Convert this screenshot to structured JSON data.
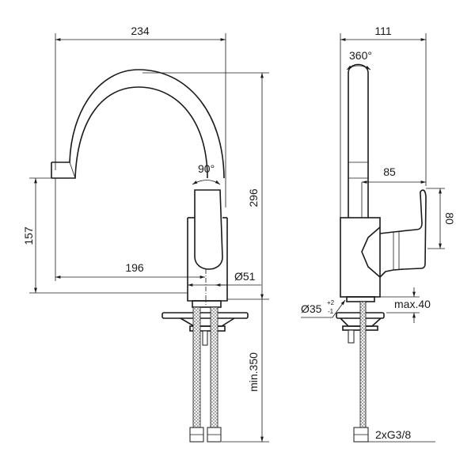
{
  "front_view": {
    "width_total": "234",
    "spout_reach": "196",
    "height_spout": "157",
    "height_total": "296",
    "body_diameter": "Ø51",
    "lever_rotation": "90°",
    "hose_length": "min.350"
  },
  "side_view": {
    "depth_total": "111",
    "spout_rotation": "360°",
    "lever_reach": "85",
    "lever_height": "80",
    "max_thickness": "max.40",
    "hole_diameter": "Ø35",
    "hole_tol_plus": "+2",
    "hole_tol_minus": "-1",
    "connections": "2xG3/8"
  }
}
